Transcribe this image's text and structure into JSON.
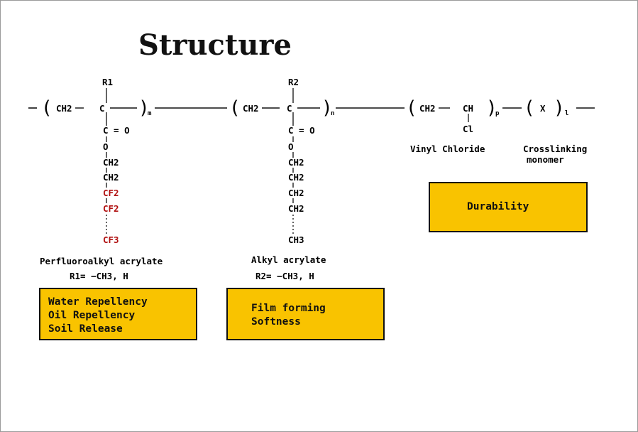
{
  "title": "Structure",
  "units": {
    "unit1": {
      "r_group": "R1",
      "ch2": "CH2",
      "c": "C",
      "carbonyl": "C = O",
      "oxygen": "O",
      "chain": [
        "CH2",
        "CH2",
        "CF2",
        "CF2"
      ],
      "end": "CF3",
      "subscript": "m",
      "name": "Perfluoroalkyl acrylate",
      "r_def": "R1= −CH3, H",
      "fluoro_color": "#b01010"
    },
    "unit2": {
      "r_group": "R2",
      "ch2": "CH2",
      "c": "C",
      "carbonyl": "C = O",
      "oxygen": "O",
      "chain": [
        "CH2",
        "CH2",
        "CH2",
        "CH2"
      ],
      "end": "CH3",
      "subscript": "n",
      "name": "Alkyl acrylate",
      "r_def": "R2= −CH3, H"
    },
    "unit3": {
      "ch2": "CH2",
      "ch": "CH",
      "subscript": "p",
      "substituent": "Cl",
      "name": "Vinyl Chloride"
    },
    "unit4": {
      "x": "X",
      "subscript": "l",
      "name_lines": [
        "Crosslinking",
        "monomer"
      ]
    }
  },
  "boxes": {
    "box1": [
      "Water Repellency",
      "Oil Repellency",
      "Soil Release"
    ],
    "box2": [
      "Film forming",
      "Softness"
    ],
    "box3": [
      "Durability"
    ]
  },
  "box_color": "#f9c300"
}
